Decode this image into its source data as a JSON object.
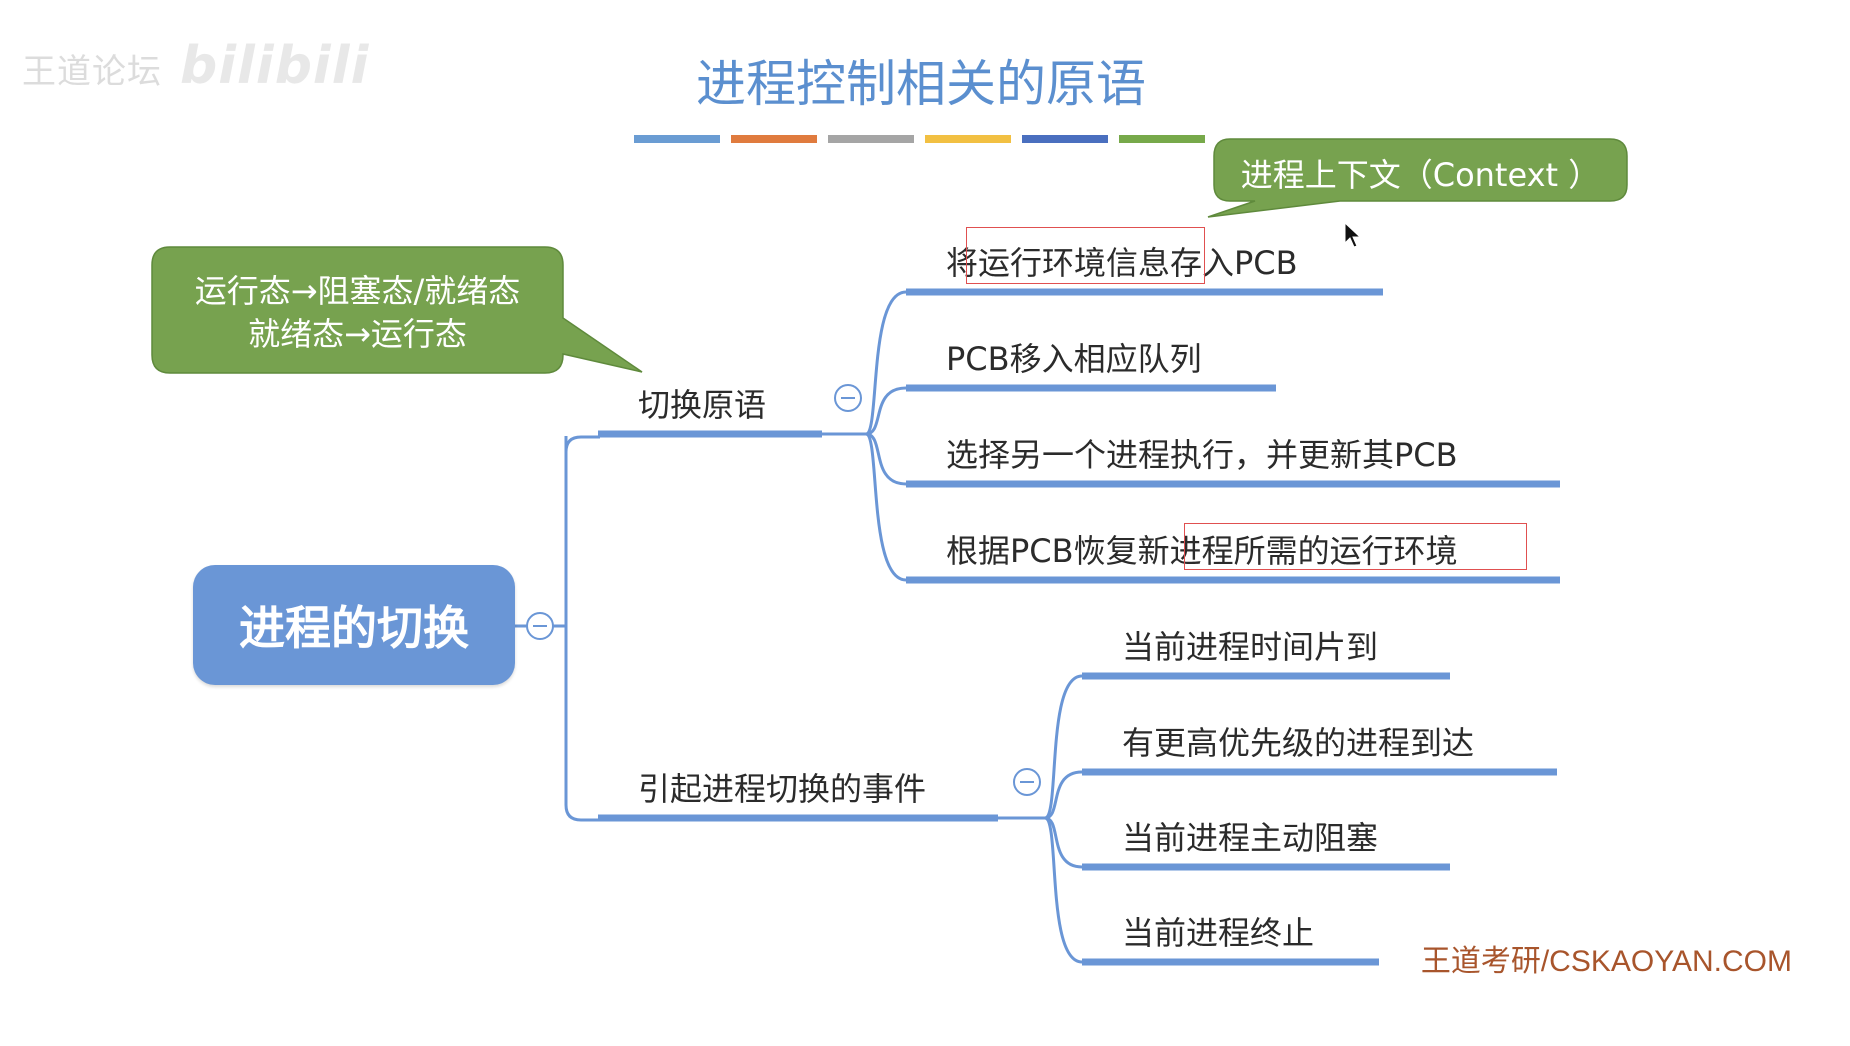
{
  "watermark": {
    "text": "王道论坛",
    "brand": "bilibili"
  },
  "title": "进程控制相关的原语",
  "title_bar_colors": [
    "#6a9cd3",
    "#e07b3e",
    "#a5a5a5",
    "#f2c042",
    "#4a6fbf",
    "#77a94a"
  ],
  "root": {
    "label": "进程的切换"
  },
  "branches": {
    "switch": {
      "label": "切换原语",
      "items": [
        "将运行环境信息存入PCB",
        "PCB移入相应队列",
        "选择另一个进程执行，并更新其PCB",
        "根据PCB恢复新进程所需的运行环境"
      ]
    },
    "events": {
      "label": "引起进程切换的事件",
      "items": [
        "当前进程时间片到",
        "有更高优先级的进程到达",
        "当前进程主动阻塞",
        "当前进程终止"
      ]
    }
  },
  "callouts": {
    "states_line1": "运行态→阻塞态/就绪态",
    "states_line2": "就绪态→运行态",
    "context": "进程上下文（Context ）"
  },
  "footer": "王道考研/CSKAOYAN.COM",
  "colors": {
    "accent": "#6a96d6",
    "callout": "#77a24f",
    "highlight": "#e05050",
    "footer": "#a8552c"
  }
}
